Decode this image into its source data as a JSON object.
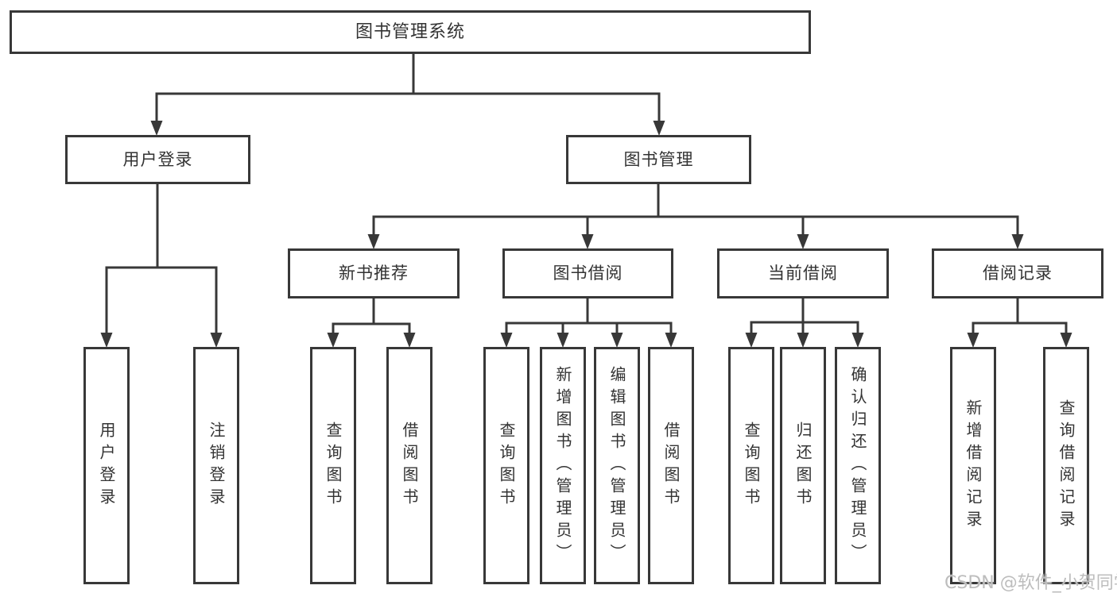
{
  "diagram": {
    "root": {
      "label": "图书管理系统",
      "children": [
        {
          "label": "用户登录",
          "children": [
            {
              "label": "用户登录"
            },
            {
              "label": "注销登录"
            }
          ]
        },
        {
          "label": "图书管理",
          "children": [
            {
              "label": "新书推荐",
              "children": [
                {
                  "label": "查询图书"
                },
                {
                  "label": "借阅图书"
                }
              ]
            },
            {
              "label": "图书借阅",
              "children": [
                {
                  "label": "查询图书"
                },
                {
                  "label": "新增图书（管理员）"
                },
                {
                  "label": "编辑图书（管理员）"
                },
                {
                  "label": "借阅图书"
                }
              ]
            },
            {
              "label": "当前借阅",
              "children": [
                {
                  "label": "查询图书"
                },
                {
                  "label": "归还图书"
                },
                {
                  "label": "确认归还（管理员）"
                }
              ]
            },
            {
              "label": "借阅记录",
              "children": [
                {
                  "label": "新增借阅记录"
                },
                {
                  "label": "查询借阅记录"
                }
              ]
            }
          ]
        }
      ]
    },
    "colors": {
      "line": "#383838",
      "text": "#333333",
      "background": "#ffffff",
      "watermark": "#bdbdbd"
    }
  },
  "watermark": {
    "text": "CSDN @软件_小贺同学"
  }
}
